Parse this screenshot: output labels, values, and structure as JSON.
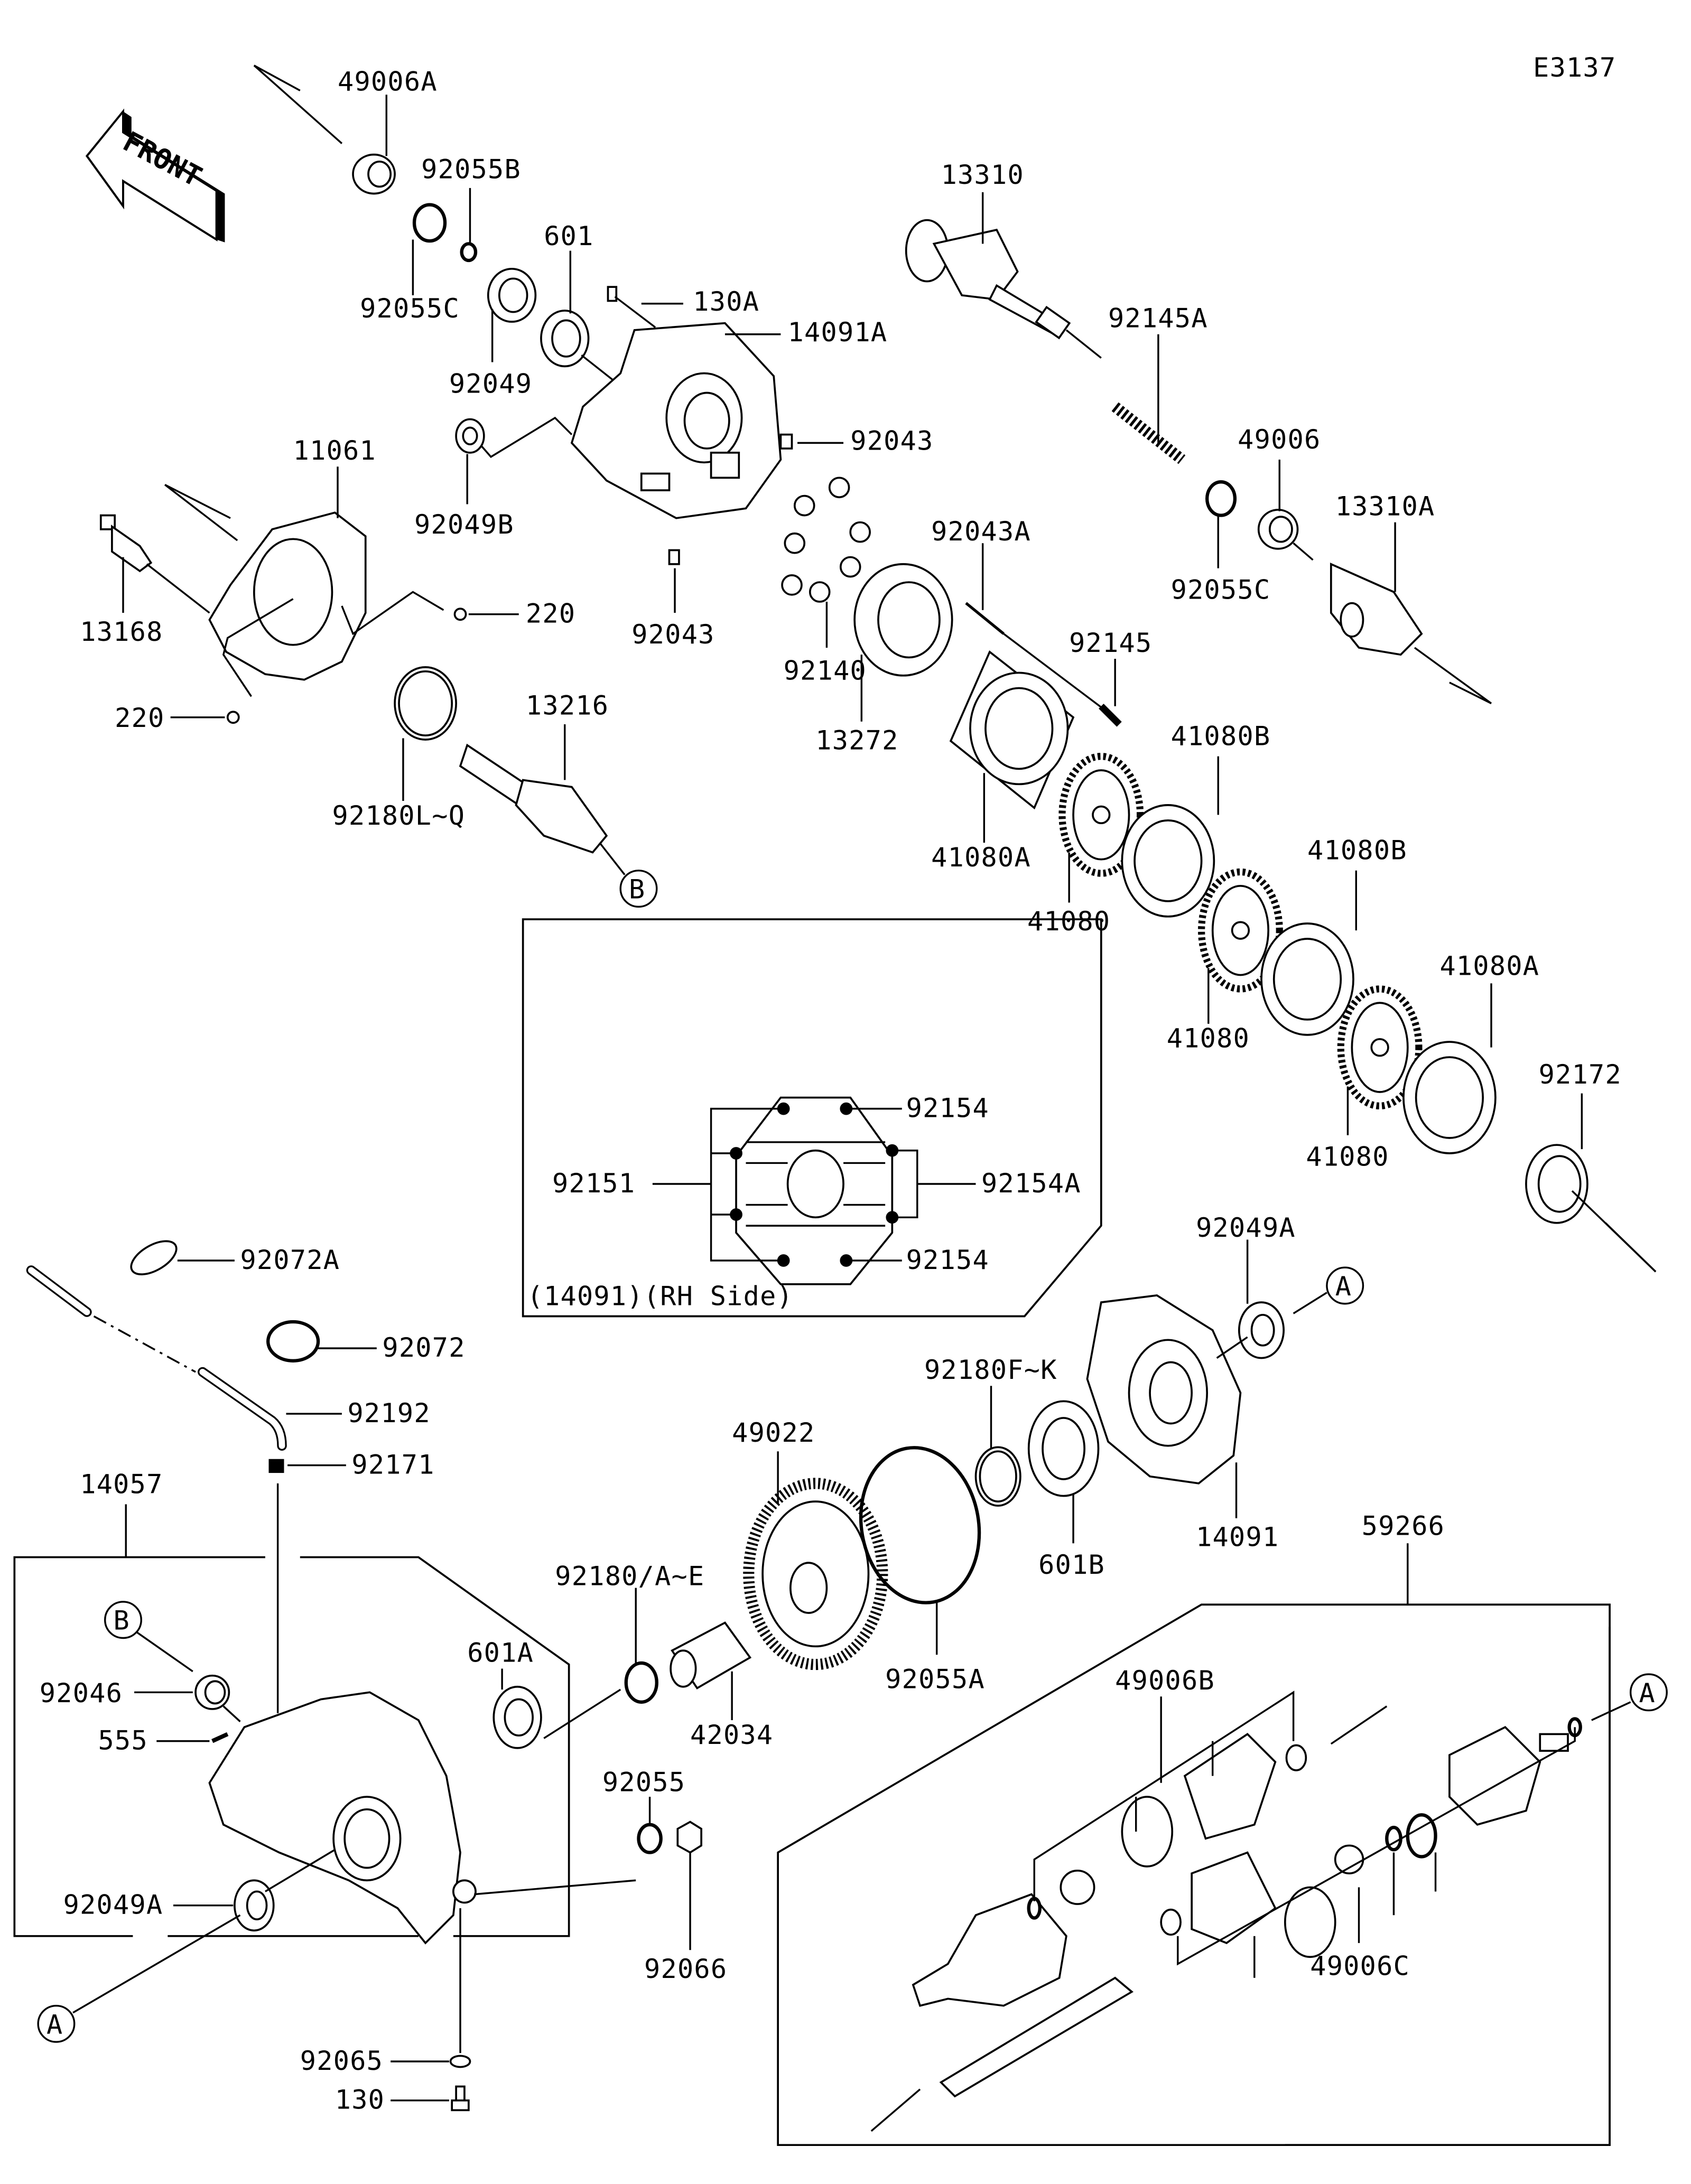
{
  "diagram": {
    "code": "E3137",
    "front_label": "FRONT",
    "inset_caption": "(14091)(RH Side)",
    "parts": {
      "p49006A": "49006A",
      "p92055B": "92055B",
      "p92055C_top": "92055C",
      "p601": "601",
      "p92049": "92049",
      "p130A": "130A",
      "p14091A": "14091A",
      "p92043_a": "92043",
      "p92049B": "92049B",
      "p92043_b": "92043",
      "p11061": "11061",
      "p13168": "13168",
      "p220_a": "220",
      "p220_b": "220",
      "p92180LQ": "92180L~Q",
      "p13216": "13216",
      "p13310": "13310",
      "p92145A": "92145A",
      "p49006": "49006",
      "p92055C_right": "92055C",
      "p13310A": "13310A",
      "p92140": "92140",
      "p92043A": "92043A",
      "p13272": "13272",
      "p92145": "92145",
      "p41080A_a": "41080A",
      "p41080B_a": "41080B",
      "p41080_a": "41080",
      "p41080B_b": "41080B",
      "p41080_b": "41080",
      "p41080A_b": "41080A",
      "p41080_c": "41080",
      "p92172": "92172",
      "p92154_top": "92154",
      "p92151": "92151",
      "p92154A": "92154A",
      "p92154_bot": "92154",
      "p92072A": "92072A",
      "p92072": "92072",
      "p92192": "92192",
      "p92171": "92171",
      "p14057": "14057",
      "p92046": "92046",
      "p555": "555",
      "p92049A_left": "92049A",
      "p92065": "92065",
      "p130": "130",
      "p601A": "601A",
      "p92180AE": "92180/A~E",
      "p42034": "42034",
      "p92055": "92055",
      "p92066": "92066",
      "p49022": "49022",
      "p92055A": "92055A",
      "p92180FK": "92180F~K",
      "p601B": "601B",
      "p14091": "14091",
      "p92049A_right": "92049A",
      "p59266": "59266",
      "p49006B": "49006B",
      "p49006C": "49006C"
    },
    "refs": {
      "A": "A",
      "B": "B"
    }
  }
}
